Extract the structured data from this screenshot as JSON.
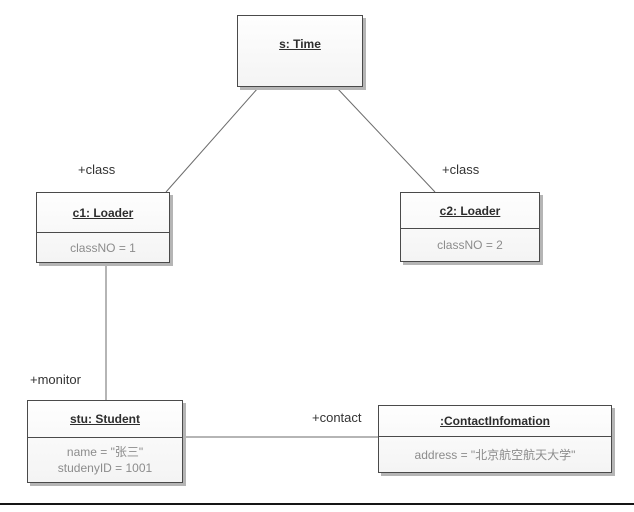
{
  "diagram": {
    "kind": "uml-object-diagram",
    "nodes": [
      {
        "id": "s_time",
        "name": "s: Time",
        "attributes": []
      },
      {
        "id": "c1",
        "name": "c1: Loader",
        "attributes": [
          "classNO = 1"
        ]
      },
      {
        "id": "c2",
        "name": "c2: Loader",
        "attributes": [
          "classNO = 2"
        ]
      },
      {
        "id": "stu",
        "name": "stu: Student",
        "attributes": [
          "name = \"张三\"",
          "studenyID = 1001"
        ]
      },
      {
        "id": "contact",
        "name": ":ContactInfomation",
        "attributes": [
          "address = \"北京航空航天大学\""
        ]
      }
    ],
    "edges": [
      {
        "label": "+class",
        "from": "s: Time",
        "to": "c1: Loader"
      },
      {
        "label": "+class",
        "from": "s: Time",
        "to": "c2: Loader"
      },
      {
        "label": "+monitor",
        "from": "c1: Loader",
        "to": "stu: Student"
      },
      {
        "label": "+contact",
        "from": "stu: Student",
        "to": ":ContactInfomation"
      }
    ],
    "colors": {
      "node_border": "#4a4a4a",
      "node_fill": "#f9f9f9",
      "node_shadow": "#b5b5b5",
      "title_text": "#2d2d2d",
      "attribute_text": "#8c8c8c",
      "edge_line": "#6b6b6b",
      "label_text": "#333333",
      "bottom_rule": "#151515"
    }
  }
}
